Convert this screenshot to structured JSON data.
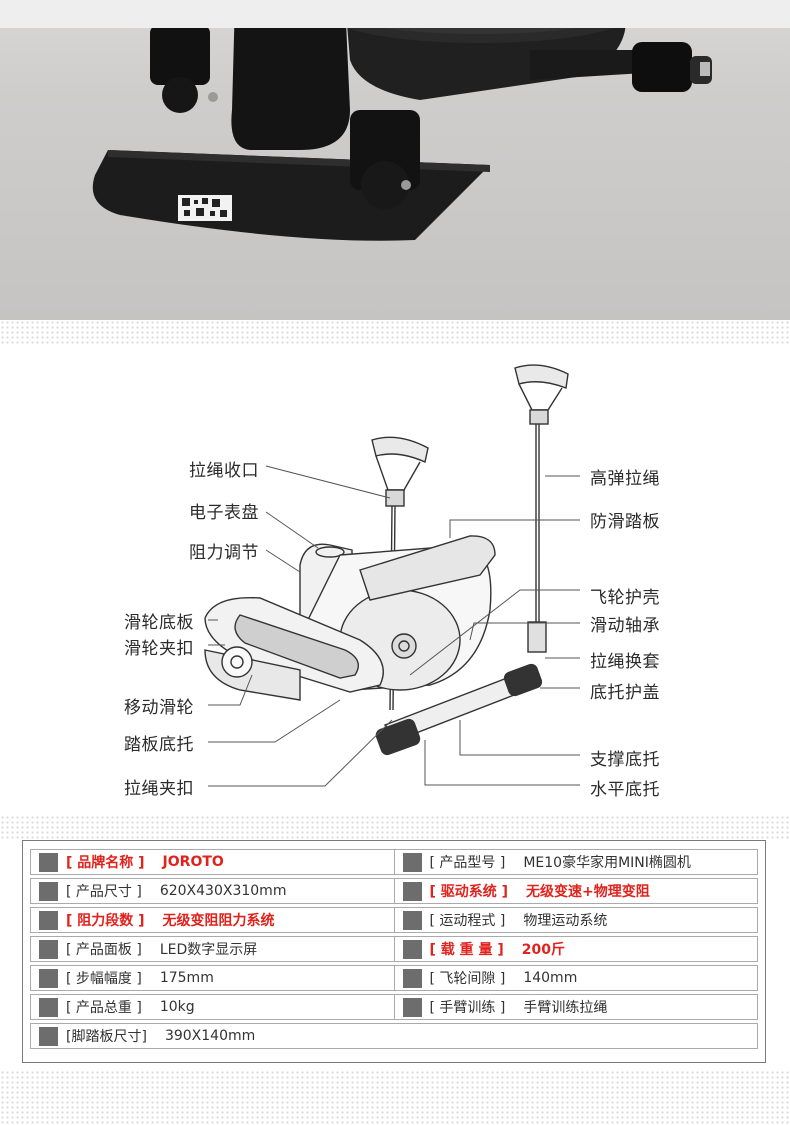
{
  "diagram": {
    "labels_left": [
      "拉绳收口",
      "电子表盘",
      "阻力调节",
      "滑轮底板",
      "滑轮夹扣",
      "移动滑轮",
      "踏板底托",
      "拉绳夹扣"
    ],
    "labels_right": [
      "高弹拉绳",
      "防滑踏板",
      "飞轮护壳",
      "滑动轴承",
      "拉绳换套",
      "底托护盖",
      "支撑底托",
      "水平底托"
    ]
  },
  "specs": [
    {
      "key": "[ 品牌名称 ]",
      "value": "JOROTO",
      "highlight": true
    },
    {
      "key": "[ 产品型号 ]",
      "value": "ME10豪华家用MINI椭圆机",
      "highlight": false
    },
    {
      "key": "[ 产品尺寸 ]",
      "value": "620X430X310mm",
      "highlight": false
    },
    {
      "key": "[ 驱动系统 ]",
      "value": "无级变速+物理变阻",
      "highlight": true
    },
    {
      "key": "[ 阻力段数 ]",
      "value": "无级变阻阻力系统",
      "highlight": true
    },
    {
      "key": "[ 运动程式 ]",
      "value": "物理运动系统",
      "highlight": false
    },
    {
      "key": "[ 产品面板 ]",
      "value": "LED数字显示屏",
      "highlight": false
    },
    {
      "key": "[ 载 重 量 ]",
      "value": "200斤",
      "highlight": true
    },
    {
      "key": "[ 步幅幅度 ]",
      "value": "175mm",
      "highlight": false
    },
    {
      "key": "[ 飞轮间隙 ]",
      "value": "140mm",
      "highlight": false
    },
    {
      "key": "[ 产品总重 ]",
      "value": "10kg",
      "highlight": false
    },
    {
      "key": "[ 手臂训练 ]",
      "value": "手臂训练拉绳",
      "highlight": false
    },
    {
      "key": "[脚踏板尺寸]",
      "value": "390X140mm",
      "highlight": false
    }
  ],
  "colors": {
    "highlight": "#e0231d",
    "square": "#6d6d6d",
    "border": "#aaaaaa"
  }
}
